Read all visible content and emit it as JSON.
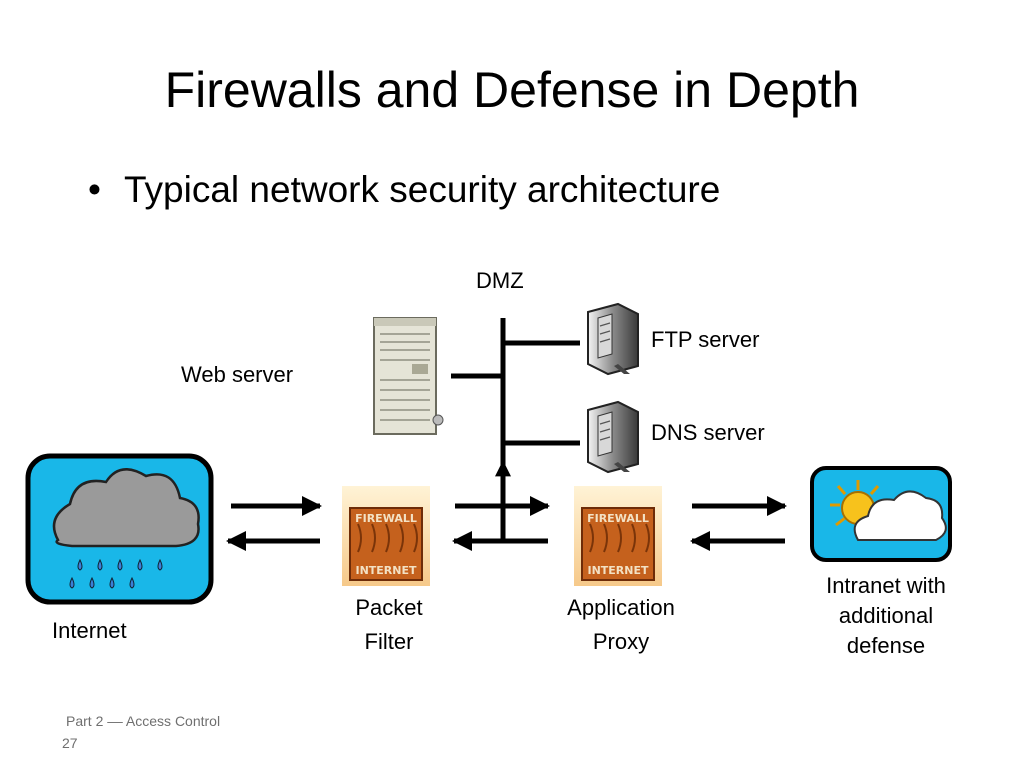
{
  "slide": {
    "title": "Firewalls and Defense in Depth",
    "bullet_marker": "•",
    "bullet": "Typical network security architecture"
  },
  "diagram": {
    "dmz_label": "DMZ",
    "web_server_label": "Web server",
    "ftp_server_label": "FTP server",
    "dns_server_label": "DNS server",
    "internet_label": "Internet",
    "packet_filter_label": [
      "Packet",
      "Filter"
    ],
    "application_proxy_label": [
      "Application",
      "Proxy"
    ],
    "intranet_label": [
      "Intranet with",
      "additional",
      "defense"
    ],
    "firewall_sign_top": "FIREWALL",
    "firewall_sign_bottom": "INTERNET"
  },
  "footer": {
    "part": "Part 2 –– Access Control",
    "page": "27"
  },
  "colors": {
    "sky_blue": "#19b7e8",
    "cloud_gray": "#9a9a9a",
    "rain_blue": "#3a7fd8",
    "sun_yellow": "#f7c21c",
    "firewall_orange": "#c5611d",
    "server_beige": "#e5e4d7"
  }
}
